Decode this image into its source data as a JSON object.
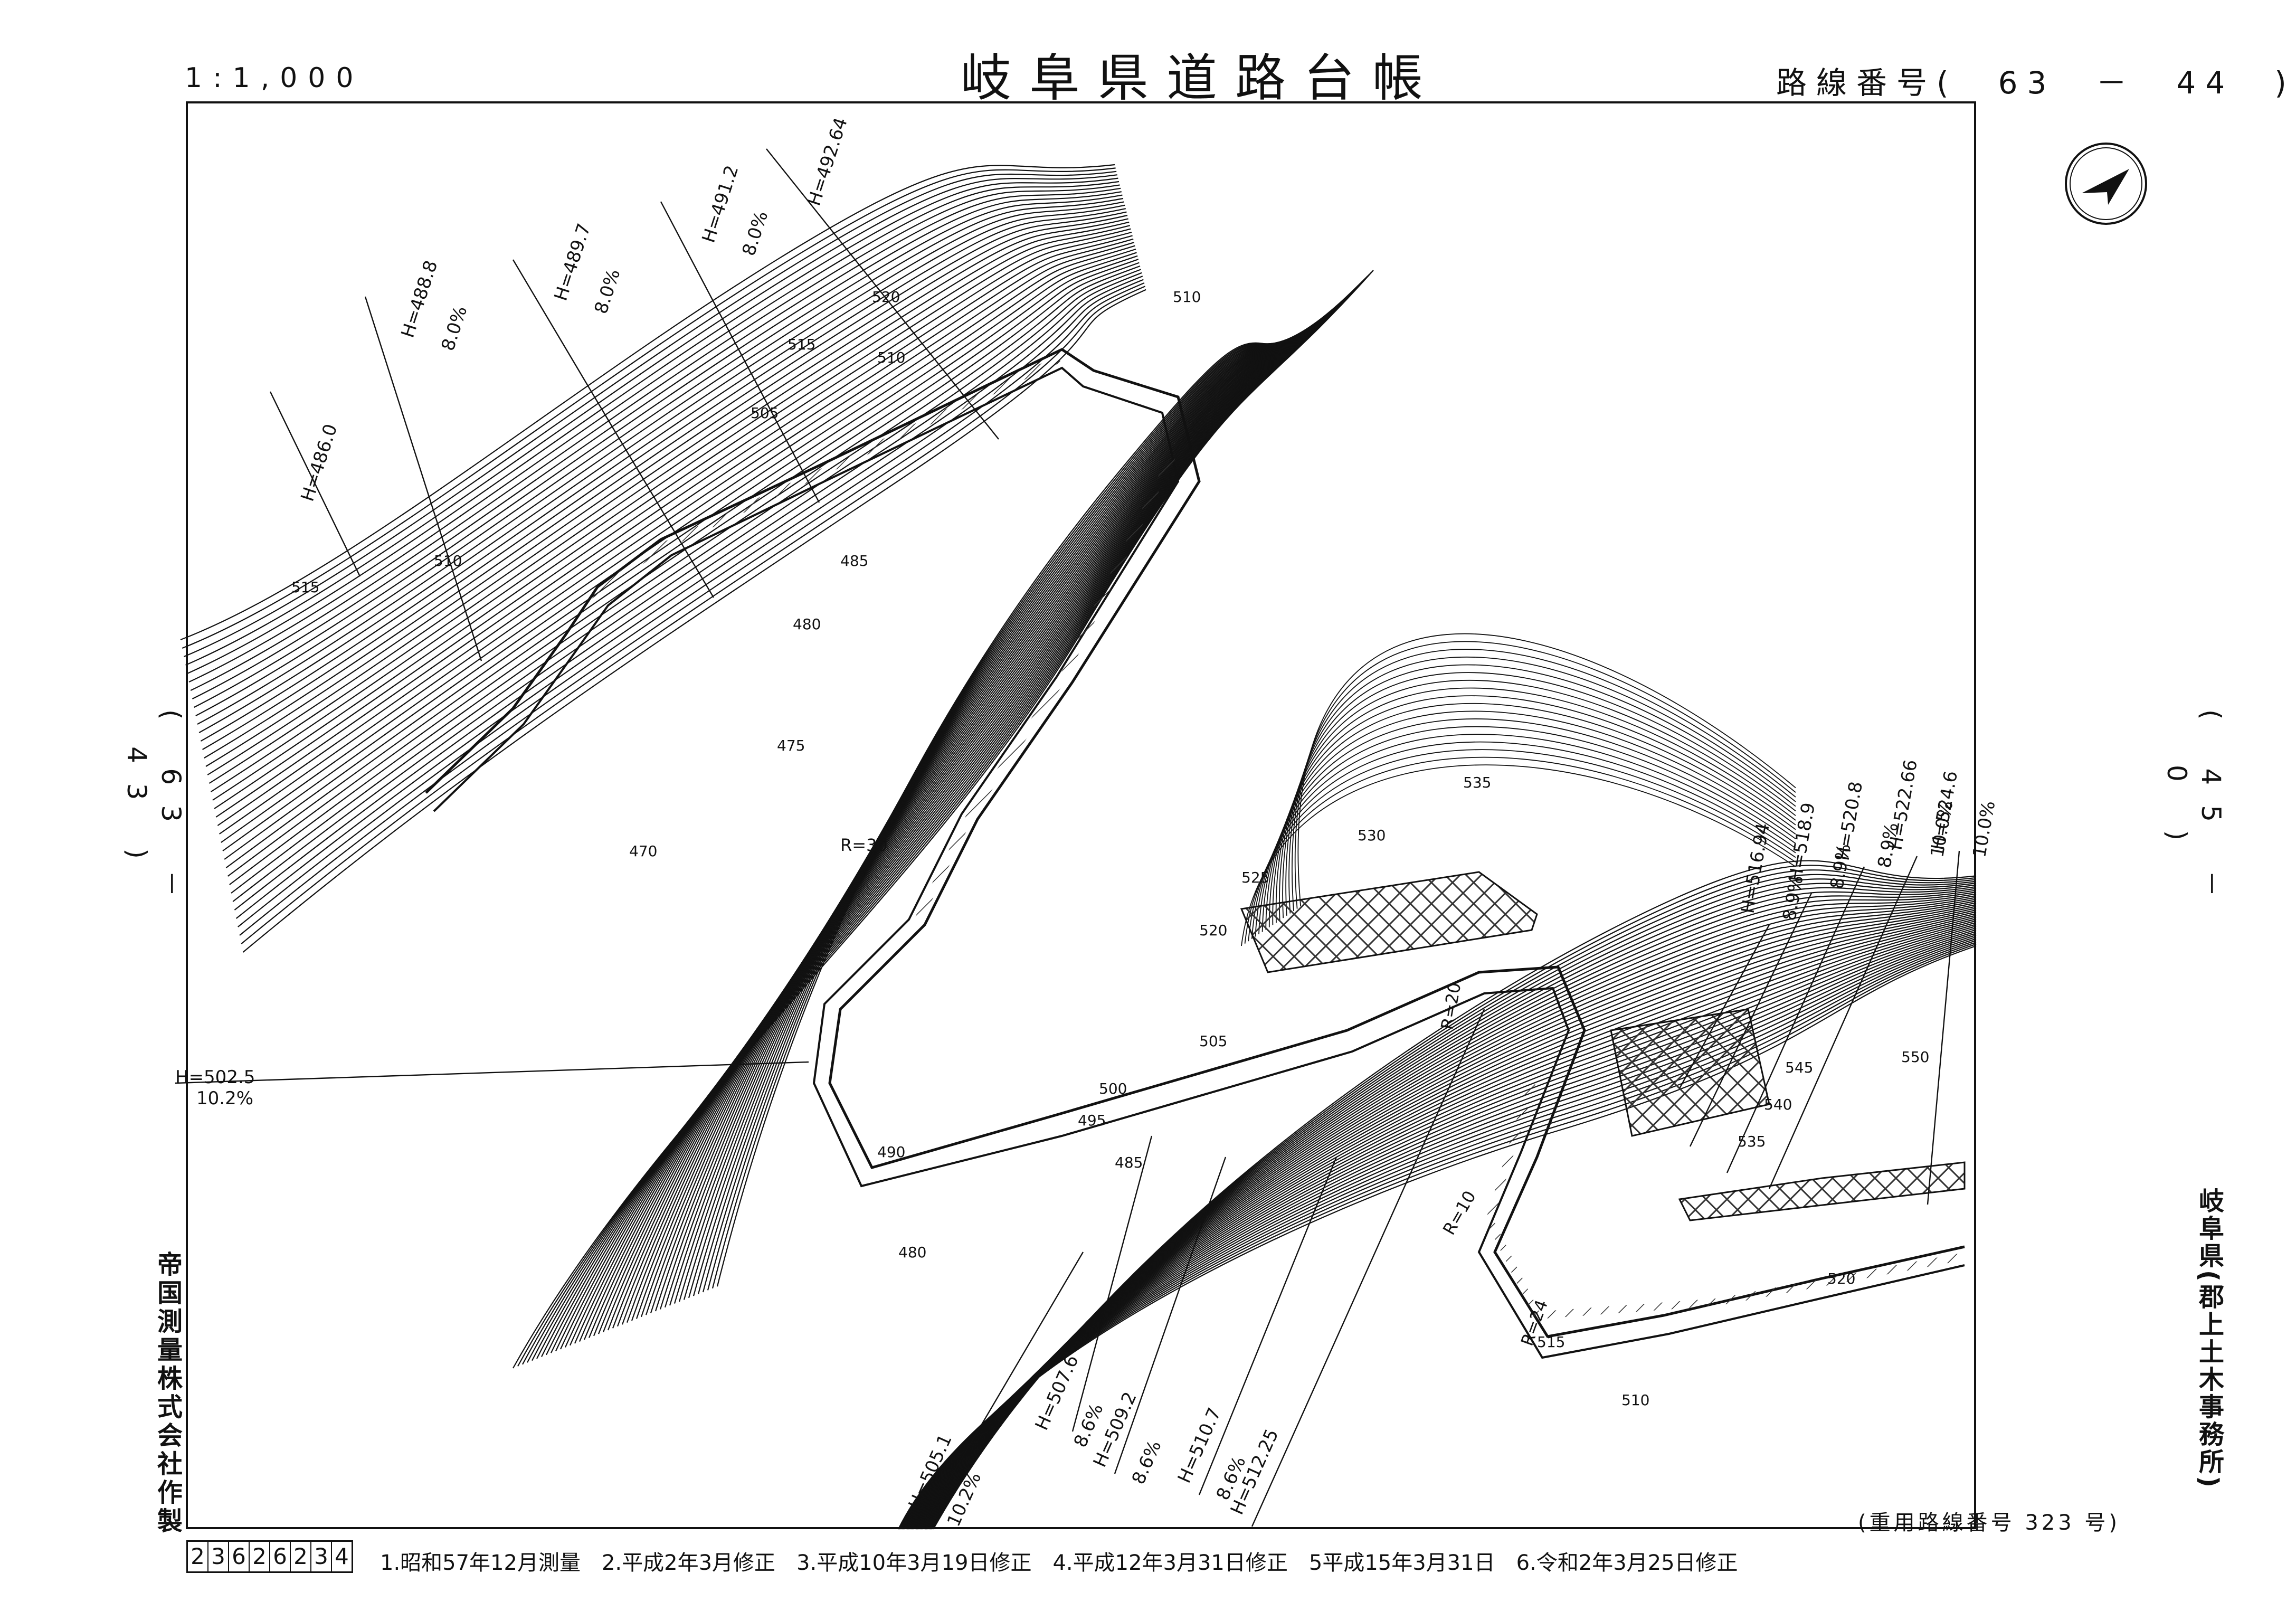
{
  "header": {
    "scale": "1:1,000",
    "title": "岐阜県道路台帳",
    "route_number": "路線番号(　63　－　44　)"
  },
  "side_labels": {
    "left_adjacent": "( 63 － 43 )",
    "right_adjacent": "( 45 － 0 )",
    "maker": "帝国測量株式会社作製",
    "prefecture_office": "岐阜県(郡上土木事務所)"
  },
  "footer": {
    "heavy_route": "(重用路線番号 323 号)",
    "sheet_code": [
      "2",
      "3",
      "6",
      "2",
      "6",
      "2",
      "3",
      "4"
    ],
    "revisions": [
      "1.昭和57年12月測量",
      "2.平成2年3月修正",
      "3.平成10年3月19日修正",
      "4.平成12年3月31日修正",
      "5平成15年3月31日",
      "6.令和2年3月25日修正"
    ]
  },
  "map": {
    "contour_labels": [
      "520",
      "515",
      "510",
      "505",
      "485",
      "480",
      "475",
      "470",
      "535",
      "530",
      "525",
      "520",
      "505",
      "500",
      "495",
      "490",
      "485",
      "480",
      "545",
      "550",
      "540",
      "535",
      "520",
      "515",
      "510",
      "515",
      "510",
      "510"
    ],
    "station_labels": [
      {
        "h": "H=486.0",
        "g": ""
      },
      {
        "h": "H=488.8",
        "g": "8.0%"
      },
      {
        "h": "H=489.7",
        "g": "8.0%"
      },
      {
        "h": "H=491.2",
        "g": "8.0%"
      },
      {
        "h": "H=492.64",
        "g": ""
      },
      {
        "h": "H=502.5",
        "g": "10.2%"
      },
      {
        "h": "H=505.1",
        "g": "10.2%"
      },
      {
        "h": "H=507.6",
        "g": "8.6%"
      },
      {
        "h": "H=509.2",
        "g": "8.6%"
      },
      {
        "h": "H=510.7",
        "g": "8.6%"
      },
      {
        "h": "H=512.25",
        "g": ""
      },
      {
        "h": "H=516.94",
        "g": "8.9%"
      },
      {
        "h": "H=518.9",
        "g": "8.9%"
      },
      {
        "h": "H=520.8",
        "g": "8.9%"
      },
      {
        "h": "H=522.66",
        "g": "10.0%"
      },
      {
        "h": "H=524.6",
        "g": "10.0%"
      }
    ],
    "curve_labels": [
      "R=30",
      "R=10",
      "R=20",
      "R=24"
    ],
    "colors": {
      "ink": "#111111",
      "paper": "#ffffff",
      "hatch": "#333333"
    }
  }
}
